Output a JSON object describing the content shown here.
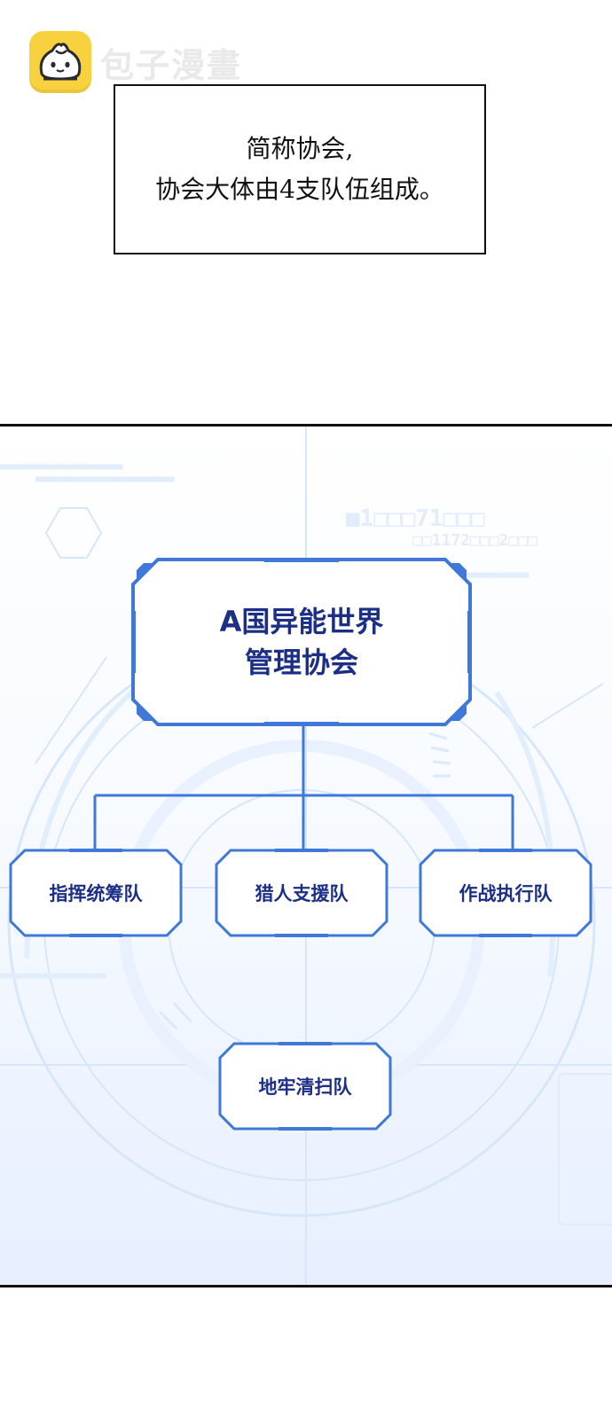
{
  "watermark": {
    "logo_icon": "bun-face-icon",
    "text": "包子漫畫",
    "colors": {
      "logo_bg": "#f7d23e",
      "text": "#e9e9e9"
    }
  },
  "caption": {
    "line1": "简称协会,",
    "line2": "协会大体由4支队伍组成。"
  },
  "org_chart": {
    "root": {
      "line1": "A国异能世界",
      "line2": "管理协会"
    },
    "teams": [
      {
        "label": "指挥统筹队"
      },
      {
        "label": "猎人支援队"
      },
      {
        "label": "作战执行队"
      },
      {
        "label": "地牢清扫队"
      }
    ],
    "colors": {
      "border": "#3f78d8",
      "text": "#1c2f86",
      "connector": "#3f78d8"
    }
  }
}
